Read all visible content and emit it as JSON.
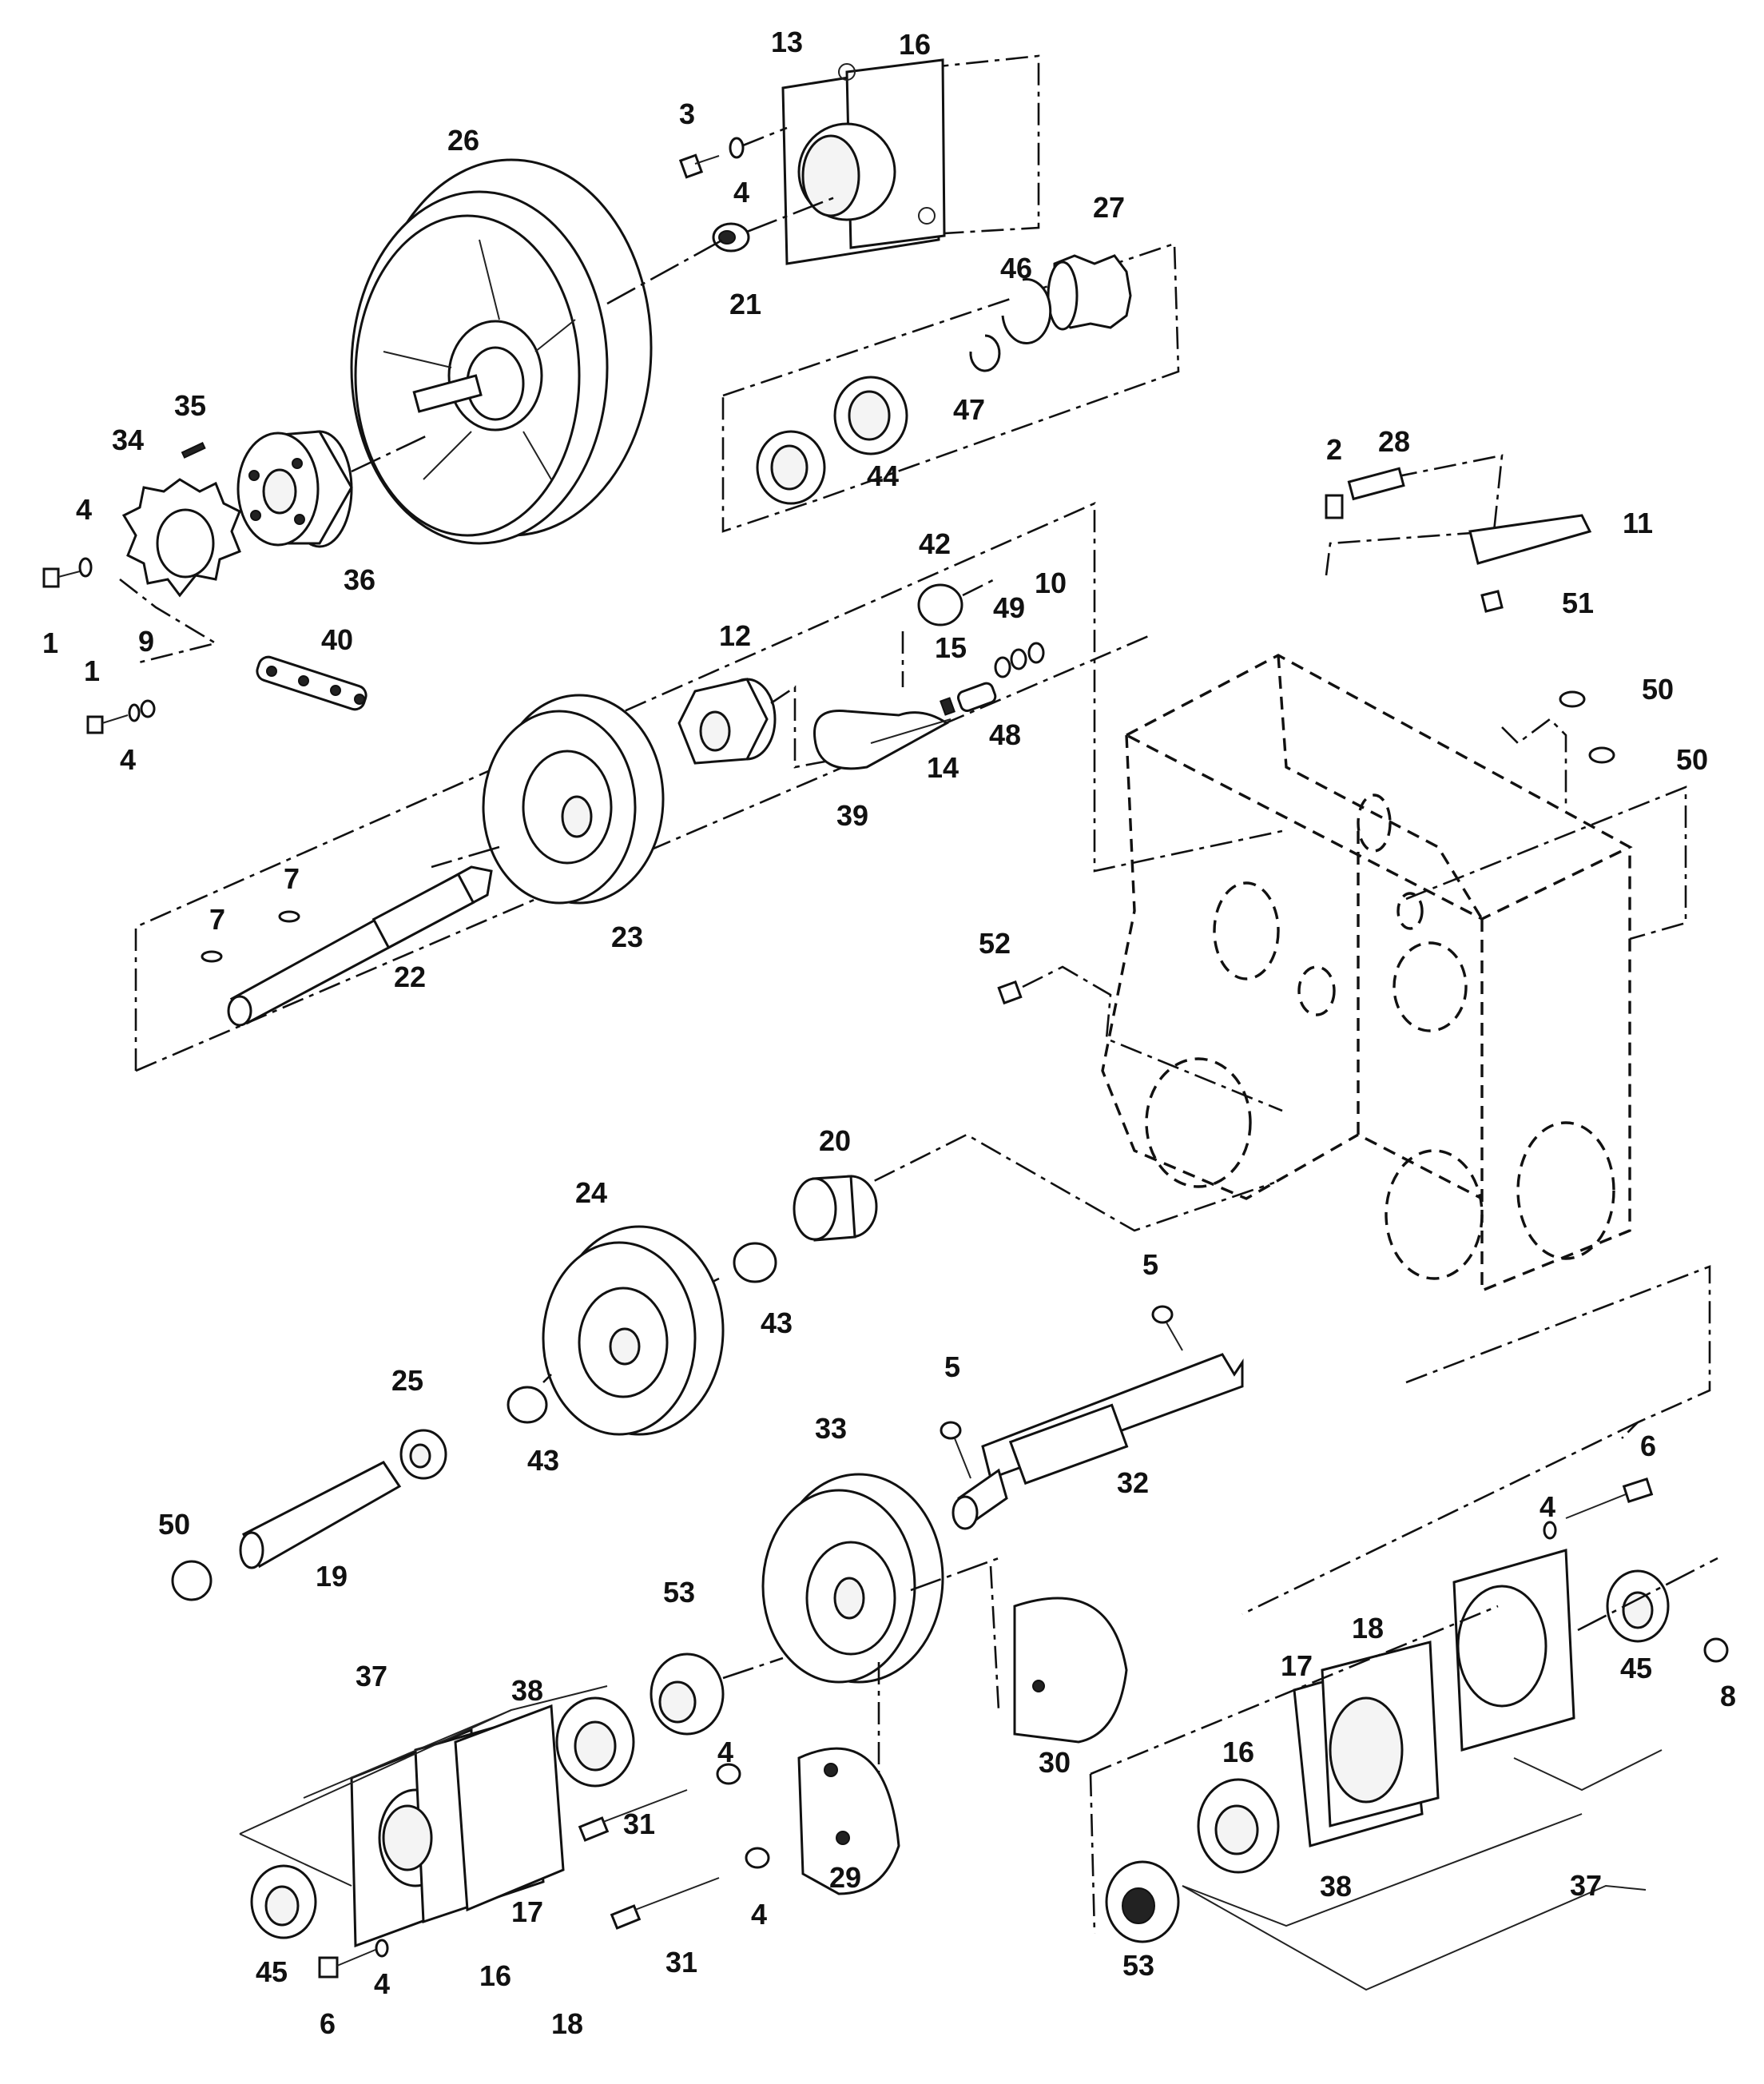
{
  "labels": [
    {
      "id": "13",
      "text": "13"
    },
    {
      "id": "16a",
      "text": "16"
    },
    {
      "id": "3",
      "text": "3"
    },
    {
      "id": "4a",
      "text": "4"
    },
    {
      "id": "21",
      "text": "21"
    },
    {
      "id": "26",
      "text": "26"
    },
    {
      "id": "27",
      "text": "27"
    },
    {
      "id": "46",
      "text": "46"
    },
    {
      "id": "47",
      "text": "47"
    },
    {
      "id": "44",
      "text": "44"
    },
    {
      "id": "35",
      "text": "35"
    },
    {
      "id": "34",
      "text": "34"
    },
    {
      "id": "4b",
      "text": "4"
    },
    {
      "id": "1a",
      "text": "1"
    },
    {
      "id": "36",
      "text": "36"
    },
    {
      "id": "1b",
      "text": "1"
    },
    {
      "id": "9",
      "text": "9"
    },
    {
      "id": "4c",
      "text": "4"
    },
    {
      "id": "40",
      "text": "40"
    },
    {
      "id": "2",
      "text": "2"
    },
    {
      "id": "28",
      "text": "28"
    },
    {
      "id": "11",
      "text": "11"
    },
    {
      "id": "51",
      "text": "51"
    },
    {
      "id": "42",
      "text": "42"
    },
    {
      "id": "49",
      "text": "49"
    },
    {
      "id": "10",
      "text": "10"
    },
    {
      "id": "12",
      "text": "12"
    },
    {
      "id": "15",
      "text": "15"
    },
    {
      "id": "14",
      "text": "14"
    },
    {
      "id": "48",
      "text": "48"
    },
    {
      "id": "39",
      "text": "39"
    },
    {
      "id": "50a",
      "text": "50"
    },
    {
      "id": "50b",
      "text": "50"
    },
    {
      "id": "7a",
      "text": "7"
    },
    {
      "id": "7b",
      "text": "7"
    },
    {
      "id": "22",
      "text": "22"
    },
    {
      "id": "23",
      "text": "23"
    },
    {
      "id": "52",
      "text": "52"
    },
    {
      "id": "20",
      "text": "20"
    },
    {
      "id": "24",
      "text": "24"
    },
    {
      "id": "43a",
      "text": "43"
    },
    {
      "id": "5a",
      "text": "5"
    },
    {
      "id": "25",
      "text": "25"
    },
    {
      "id": "43b",
      "text": "43"
    },
    {
      "id": "5b",
      "text": "5"
    },
    {
      "id": "33",
      "text": "33"
    },
    {
      "id": "32",
      "text": "32"
    },
    {
      "id": "50c",
      "text": "50"
    },
    {
      "id": "19",
      "text": "19"
    },
    {
      "id": "6a",
      "text": "6"
    },
    {
      "id": "4d",
      "text": "4"
    },
    {
      "id": "53a",
      "text": "53"
    },
    {
      "id": "37a",
      "text": "37"
    },
    {
      "id": "38a",
      "text": "38"
    },
    {
      "id": "30",
      "text": "30"
    },
    {
      "id": "18a",
      "text": "18"
    },
    {
      "id": "17a",
      "text": "17"
    },
    {
      "id": "45a",
      "text": "45"
    },
    {
      "id": "8",
      "text": "8"
    },
    {
      "id": "16b",
      "text": "16"
    },
    {
      "id": "4e",
      "text": "4"
    },
    {
      "id": "31a",
      "text": "31"
    },
    {
      "id": "29",
      "text": "29"
    },
    {
      "id": "4f",
      "text": "4"
    },
    {
      "id": "31b",
      "text": "31"
    },
    {
      "id": "38b",
      "text": "38"
    },
    {
      "id": "37b",
      "text": "37"
    },
    {
      "id": "45b",
      "text": "45"
    },
    {
      "id": "16c",
      "text": "16"
    },
    {
      "id": "17b",
      "text": "17"
    },
    {
      "id": "4g",
      "text": "4"
    },
    {
      "id": "6b",
      "text": "6"
    },
    {
      "id": "18b",
      "text": "18"
    },
    {
      "id": "53b",
      "text": "53"
    }
  ]
}
